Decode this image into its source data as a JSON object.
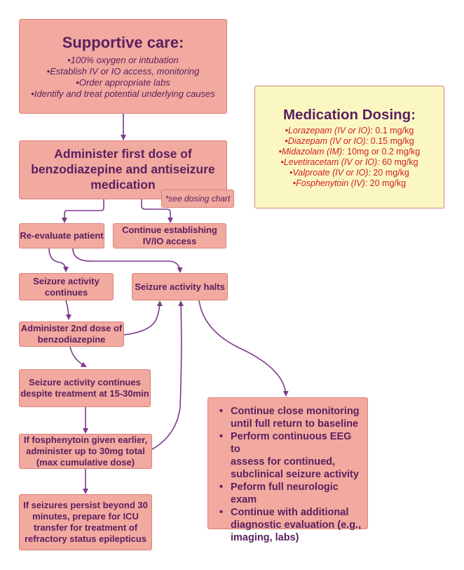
{
  "supportive": {
    "title": "Supportive care:",
    "items": [
      "•100% oxygen or intubation",
      "•Establish IV or IO access, monitoring",
      "•Order appropriate labs",
      "•Identify and treat potential underlying causes"
    ]
  },
  "dosing": {
    "title": "Medication Dosing:",
    "items": [
      {
        "drug": "•Lorazepam (IV or IO):",
        "amount": " 0.1 mg/kg"
      },
      {
        "drug": "•Diazepam (IV or IO):",
        "amount": " 0.15 mg/kg"
      },
      {
        "drug": "•Midazolam (IM):",
        "amount": " 10mg or 0.2 mg/kg"
      },
      {
        "drug": "•Levetiracetam (IV or IO):",
        "amount": " 60 mg/kg"
      },
      {
        "drug": "•Valproate (IV or IO):",
        "amount": " 20 mg/kg"
      },
      {
        "drug": "•Fosphenytoin (IV):",
        "amount": " 20 mg/kg"
      }
    ]
  },
  "first_dose": {
    "line1": "Administer first dose of",
    "line2": "benzodiazepine and antiseizure",
    "line3": "medication",
    "note": "*see dosing chart"
  },
  "reevaluate": "Re-evaluate patient",
  "continue_access": {
    "line1": "Continue establishing",
    "line2": "IV/IO access"
  },
  "seizure_continues": {
    "line1": "Seizure activity",
    "line2": "continues"
  },
  "seizure_halts": "Seizure activity halts",
  "second_dose": {
    "line1": "Administer 2nd dose of",
    "line2": "benzodiazepine"
  },
  "continues_despite": {
    "line1": "Seizure activity continues",
    "line2": "despite treatment at 15-30min"
  },
  "fosphenytoin": {
    "line1": "If fosphenytoin given earlier,",
    "line2": "administer up to 30mg total",
    "line3": "(max cumulative dose)"
  },
  "refractory": {
    "line1": "If seizures persist beyond 30",
    "line2": "minutes, prepare for ICU",
    "line3": "transfer for treatment of",
    "line4": "refractory status epilepticus"
  },
  "monitoring": {
    "items": [
      {
        "bullet": "•",
        "lines": [
          "Continue close monitoring",
          "until full return to baseline"
        ]
      },
      {
        "bullet": "•",
        "lines": [
          "Perform continuous EEG to",
          "assess for continued,",
          "subclinical seizure activity"
        ]
      },
      {
        "bullet": "•",
        "lines": [
          "Peform full neurologic exam"
        ]
      },
      {
        "bullet": "•",
        "lines": [
          "Continue with additional",
          "diagnostic evaluation (e.g.,",
          "imaging, labs)"
        ]
      }
    ]
  },
  "colors": {
    "box_fill": "#f2a99f",
    "box_border": "#d9837a",
    "text": "#5a1f5f",
    "dosing_fill": "#fbf7c2",
    "dosing_border": "#d9837a",
    "dose_text": "#d11f1f",
    "arrow": "#7b3b88"
  }
}
